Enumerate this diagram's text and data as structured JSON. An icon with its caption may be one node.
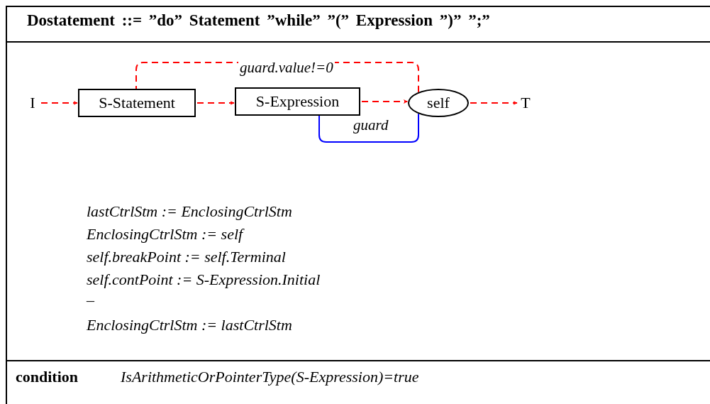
{
  "diagram": {
    "title": "Dostatement ::= ”do” Statement ”while” ”(” Expression ”)” ”;”",
    "nodes": [
      {
        "text": [
          "I"
        ]
      },
      {
        "text": [
          "S-Statement"
        ]
      },
      {
        "text": [
          "S-Expression"
        ]
      },
      {
        "text": [
          "self"
        ]
      },
      {
        "text": [
          "T"
        ]
      }
    ],
    "edges": [
      {
        "from": 0,
        "to": 1,
        "arrow": "to",
        "style": "dashed"
      },
      {
        "from": 1,
        "to": 2,
        "arrow": "to",
        "style": "dashed"
      },
      {
        "from": 2,
        "to": 3,
        "arrow": "to",
        "style": "dashed"
      },
      {
        "from": 3,
        "to": 4,
        "arrow": "to",
        "style": "dashed"
      },
      {
        "from": 3,
        "to": 1,
        "arrow": "to",
        "style": "dashed",
        "label": "guard.value!=0"
      },
      {
        "from": 3,
        "to": 2,
        "arrow": "to",
        "color": "#0000ff",
        "label": "guard"
      }
    ],
    "labels": [
      "lastCtrlStm := EnclosingCtrlStm",
      "EnclosingCtrlStm := self",
      "self.breakPoint := self.Terminal",
      "self.contPoint := S-Expression.Initial",
      "–",
      "EnclosingCtrlStm := lastCtrlStm",
      "condition",
      "IsArithmeticOrPointerType(S-Expression)=true"
    ]
  }
}
